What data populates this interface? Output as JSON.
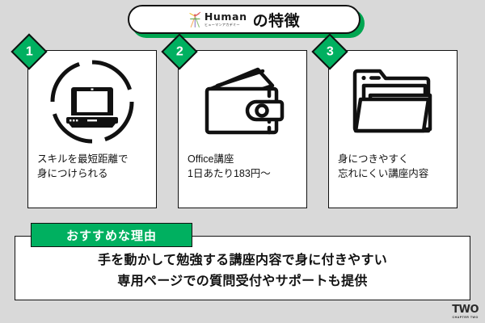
{
  "header": {
    "brand_name": "Human",
    "brand_sub": "ヒューマンアカデミー",
    "brand_logo_icon": "human-figure-logo-icon",
    "title": "の特徴"
  },
  "cards": [
    {
      "badge": "1",
      "icon": "laptop-in-dashed-circle-icon",
      "line1": "スキルを最短距離で",
      "line2": "身につけられる"
    },
    {
      "badge": "2",
      "icon": "wallet-icon",
      "line1": "Office講座",
      "line2": "1日あたり183円～"
    },
    {
      "badge": "3",
      "icon": "folder-files-icon",
      "line1": "身につきやすく",
      "line2": "忘れにくい講座内容"
    }
  ],
  "bottom": {
    "tab_label": "おすすめな理由",
    "line1": "手を動かして勉強する講座内容で身に付きやすい",
    "line2": "専用ページでの質問受付やサポートも提供"
  },
  "watermark": {
    "main": "TWO",
    "sub": "CHAPTER TWO"
  },
  "colors": {
    "background": "#d9d9d9",
    "accent_green": "#00b060",
    "shadow_green": "#00a651",
    "ink": "#111111",
    "card_bg": "#ffffff"
  }
}
